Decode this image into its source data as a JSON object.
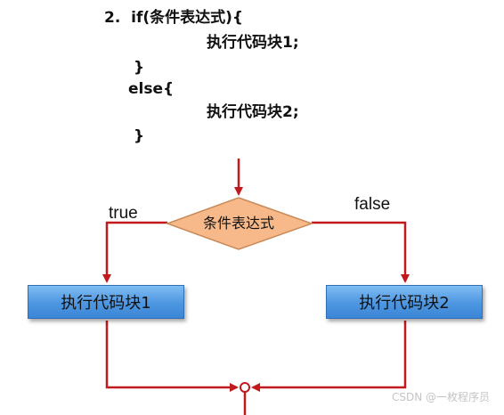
{
  "code": {
    "line1": "2.  if(条件表达式){",
    "line2": "执行代码块1;",
    "line3": "}",
    "line4": "else{",
    "line5": "执行代码块2;",
    "line6": "}"
  },
  "flowchart": {
    "condition": "条件表达式",
    "true_label": "true",
    "false_label": "false",
    "block1": "执行代码块1",
    "block2": "执行代码块2"
  },
  "colors": {
    "arrow": "#c0191e",
    "diamond_fill": "#f7b98a",
    "diamond_stroke": "#c98a5a",
    "block_fill": "#4d96e0"
  },
  "watermark": "CSDN @一枚程序员"
}
